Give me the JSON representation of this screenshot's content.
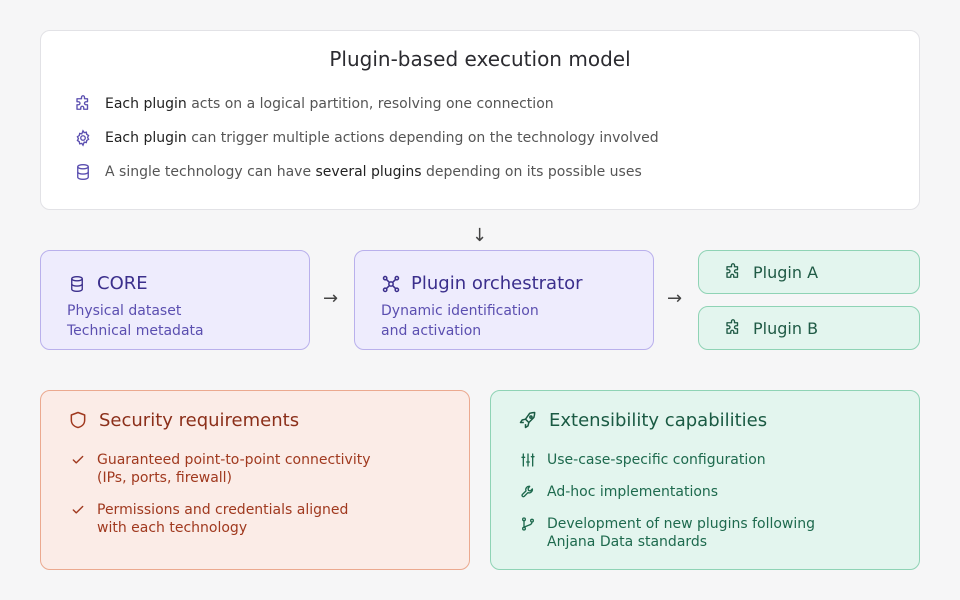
{
  "top": {
    "title": "Plugin-based execution model",
    "rows": [
      {
        "bold": "Each plugin",
        "rest": " acts on a logical partition, resolving one connection"
      },
      {
        "bold": "Each plugin",
        "rest": " can trigger multiple actions depending on the technology involved"
      },
      {
        "pre": "A single technology can have ",
        "bold": "several plugins",
        "rest": " depending on its possible uses"
      }
    ]
  },
  "core": {
    "title": "CORE",
    "line1": "Physical dataset",
    "line2": "Technical metadata"
  },
  "orchestrator": {
    "title": "Plugin orchestrator",
    "line1": "Dynamic identification",
    "line2": "and activation"
  },
  "plugins": [
    {
      "label": "Plugin A"
    },
    {
      "label": "Plugin B"
    }
  ],
  "security": {
    "title": "Security requirements",
    "items": [
      {
        "text": "Guaranteed point-to-point connectivity\n(IPs, ports, firewall)"
      },
      {
        "text": "Permissions and credentials aligned\nwith each technology"
      }
    ]
  },
  "extensibility": {
    "title": "Extensibility capabilities",
    "items": [
      {
        "text": "Use-case-specific configuration"
      },
      {
        "text": "Ad-hoc implementations"
      },
      {
        "text": "Development of new plugins following\nAnjana Data standards"
      }
    ]
  },
  "colors": {
    "accent_purple": "#5b4fb0",
    "accent_green": "#1e6a4e",
    "accent_red": "#a0391f"
  }
}
